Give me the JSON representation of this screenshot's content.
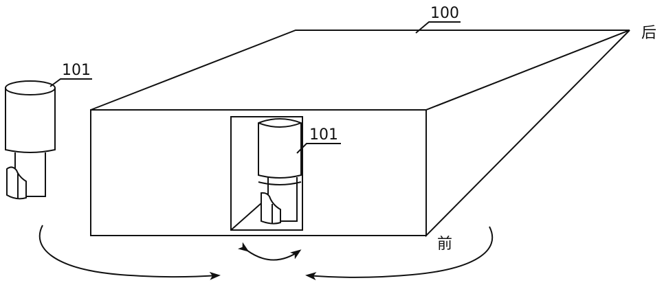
{
  "labels": {
    "housing": "100",
    "module_left": "101",
    "module_inner": "101",
    "rear": "后",
    "front": "前"
  },
  "colors": {
    "line": "#111111",
    "background": "#ffffff"
  }
}
